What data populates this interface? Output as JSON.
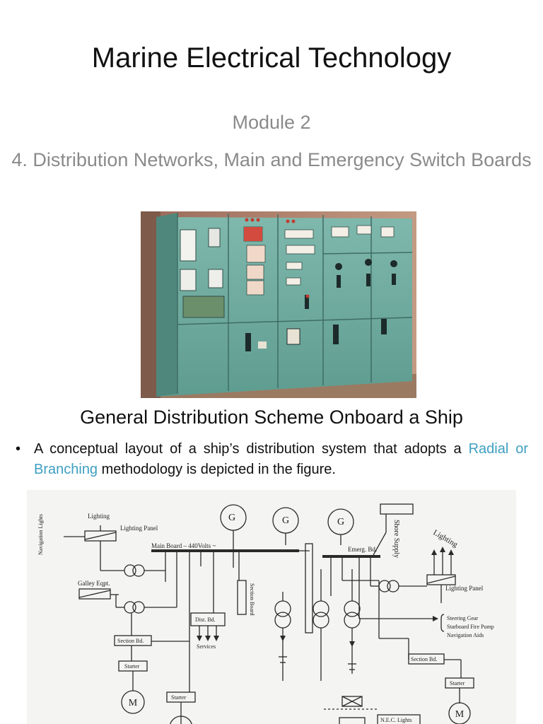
{
  "slide": {
    "title": "Marine Electrical Technology",
    "subtitle_module": "Module 2",
    "subtitle_topic": "4. Distribution Networks, Main and Emergency Switch Boards",
    "section_heading": "General Distribution Scheme Onboard a Ship",
    "bullet": {
      "before": "A conceptual layout of a ship’s distribution system that adopts a ",
      "highlight": "Radial or Branching",
      "after": " methodology is depicted in the figure."
    },
    "accent_color": "#3e9fc2"
  },
  "schematic": {
    "generator_label": "G",
    "motor_label": "M",
    "lighting": "Lighting",
    "lighting_panel": "Lighting Panel",
    "navigation_lights": "Navigation Lights",
    "main_board": "Main Board – 440Volts ~",
    "emerg_board": "Emerg. Bd.",
    "shore_supply": "Shore Supply",
    "galley_eqpt": "Galley Eqpt.",
    "section_board": "Section Board",
    "section_bd": "Section Bd.",
    "dist_bd": "Dist. Bd.",
    "services": "Services",
    "starter": "Starter",
    "emergency_loads": [
      "Steering Gear",
      "Starboard Fire Pump",
      "Navigation Aids"
    ],
    "nec_lights": "N.E.C. Lights"
  }
}
